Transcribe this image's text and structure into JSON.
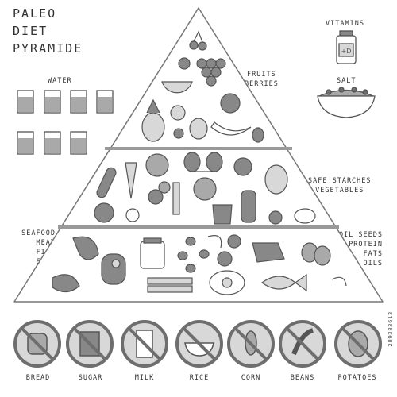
{
  "title": [
    "PALEO",
    "DIET",
    "PYRAMIDE"
  ],
  "side_labels": {
    "water": "WATER",
    "vitamins": "VITAMINS",
    "salt": "SALT"
  },
  "tiers": [
    {
      "lines": [
        "FRUITS",
        "BERRIES"
      ]
    },
    {
      "lines": [
        "SAFE STARCHES",
        "VEGETABLES"
      ]
    },
    {
      "lines": [
        "OIL SEEDS",
        "PROTEIN",
        "FATS",
        "OILS"
      ]
    },
    {
      "lines": [
        "SEAFOOD",
        "MEAT",
        "FISH",
        "EGGS"
      ]
    }
  ],
  "forbidden": [
    "BREAD",
    "SUGAR",
    "MILK",
    "RICE",
    "CORN",
    "BEANS",
    "POTATOES"
  ],
  "stock_id": "289383613",
  "colors": {
    "outline": "#555555",
    "light": "#d8d8d8",
    "mid": "#a9a9a9",
    "dark": "#6e6e6e",
    "ink": "#333333"
  }
}
